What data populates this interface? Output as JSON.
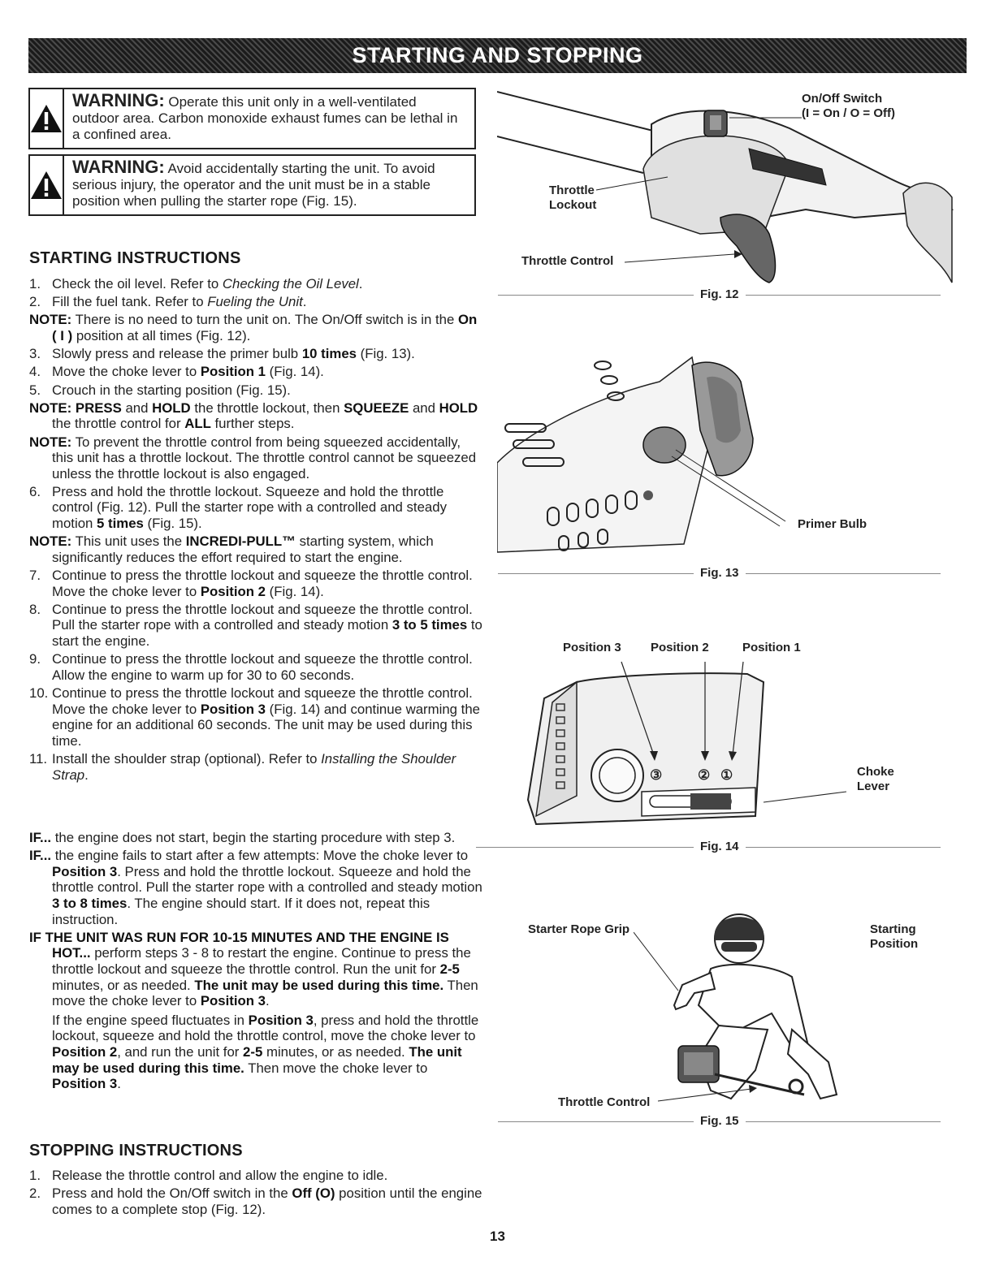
{
  "header": {
    "title": "STARTING AND STOPPING"
  },
  "warnings": [
    {
      "label": "WARNING:",
      "text": " Operate this unit only in a well-ventilated outdoor area. Carbon monoxide exhaust fumes can be lethal in a confined area."
    },
    {
      "label": "WARNING:",
      "text": " Avoid accidentally starting the unit. To avoid serious injury, the operator and the unit must be in a stable position when pulling the starter rope (Fig. 15)."
    }
  ],
  "starting": {
    "heading": "STARTING INSTRUCTIONS",
    "s1_num": "1.",
    "s1_a": "Check the oil level. Refer to ",
    "s1_ref": "Checking the Oil Level",
    "s2_num": "2.",
    "s2_a": "Fill the fuel tank. Refer to ",
    "s2_ref": "Fueling the Unit",
    "n1_label": "NOTE:",
    "n1_a": " There is no need to turn the unit on. The On/Off switch is in the ",
    "n1_b": "On ( I )",
    "n1_c": " position at all times (Fig. 12).",
    "s3_num": "3.",
    "s3_a": "Slowly press and release the primer bulb ",
    "s3_b": "10 times",
    "s3_c": " (Fig. 13).",
    "s4_num": "4.",
    "s4_a": "Move the choke lever to ",
    "s4_b": "Position 1",
    "s4_c": " (Fig. 14).",
    "s5_num": "5.",
    "s5_a": "Crouch in the starting position (Fig. 15).",
    "n2_label": "NOTE:",
    "n2_b1": " PRESS",
    "n2_a": " and ",
    "n2_b2": "HOLD",
    "n2_c": " the throttle lockout, then ",
    "n2_b3": "SQUEEZE",
    "n2_d": " and ",
    "n2_b4": "HOLD",
    "n2_e": " the throttle control for ",
    "n2_b5": "ALL",
    "n2_f": " further steps.",
    "n3_label": "NOTE:",
    "n3_a": " To prevent the throttle control from being squeezed accidentally, this unit has a throttle lockout. The throttle control cannot be squeezed unless the throttle lockout is also engaged.",
    "s6_num": "6.",
    "s6_a": "Press and hold the throttle lockout. Squeeze and hold the throttle control (Fig. 12). Pull the starter rope with a controlled and steady motion ",
    "s6_b": "5 times",
    "s6_c": " (Fig. 15).",
    "n4_label": "NOTE:",
    "n4_a": " This unit uses the ",
    "n4_b": "INCREDI-PULL™",
    "n4_c": " starting system, which significantly reduces the effort required to start the engine.",
    "s7_num": "7.",
    "s7_a": "Continue to press the throttle lockout and squeeze the throttle control. Move the choke lever to ",
    "s7_b": "Position 2",
    "s7_c": " (Fig. 14).",
    "s8_num": "8.",
    "s8_a": "Continue to press the throttle lockout and squeeze the throttle control. Pull the starter rope with a controlled and steady motion ",
    "s8_b": "3 to 5 times",
    "s8_c": " to start the engine.",
    "s9_num": "9.",
    "s9_a": "Continue to press the throttle lockout and squeeze the throttle control. Allow the engine to warm up for 30 to 60 seconds.",
    "s10_num": "10.",
    "s10_a": "Continue to press the throttle lockout and squeeze the throttle control. Move the choke lever to ",
    "s10_b": "Position 3",
    "s10_c": " (Fig. 14) and continue warming the engine for an additional 60 seconds. The unit may be used during this time.",
    "s11_num": "11.",
    "s11_a": "Install the shoulder strap (optional). Refer to ",
    "s11_ref": "Installing the Shoulder Strap",
    "dot": ".",
    "if1_label": "IF...",
    "if1_a": " the engine does not start, begin the starting procedure with step 3.",
    "if2_label": "IF...",
    "if2_a": " the engine fails to start after a few attempts: Move the choke lever to ",
    "if2_b": "Position 3",
    "if2_c": ". Press and hold the throttle lockout. Squeeze and hold the throttle control. Pull the starter rope with a controlled and steady motion ",
    "if2_d": "3 to 8 times",
    "if2_e": ". The engine should start. If it does not, repeat this instruction.",
    "hot_label": "IF THE UNIT WAS RUN FOR 10-15 MINUTES AND THE ENGINE IS HOT...",
    "hot_a": " perform steps 3 - 8 to restart the engine. Continue to press the throttle lockout and squeeze the throttle control. Run the unit for ",
    "hot_b": "2-5",
    "hot_c": " minutes, or as needed. ",
    "hot_d": "The unit may be used during this time.",
    "hot_e": " Then move the choke lever to ",
    "hot_f": "Position 3",
    "hot_g": ".",
    "fl_a": "If the engine speed fluctuates in ",
    "fl_b": "Position 3",
    "fl_c": ", press and hold the throttle lockout, squeeze and hold the throttle control, move the choke lever to ",
    "fl_d": "Position 2",
    "fl_e": ", and run the unit for ",
    "fl_f": "2-5",
    "fl_g": " minutes, or as needed. ",
    "fl_h": "The unit may be used during this time.",
    "fl_i": " Then move the choke lever to ",
    "fl_j": "Position 3",
    "fl_k": "."
  },
  "stopping": {
    "heading": "STOPPING INSTRUCTIONS",
    "t1_num": "1.",
    "t1_a": "Release the throttle control and allow the engine to idle.",
    "t2_num": "2.",
    "t2_a": "Press and hold the On/Off switch in the ",
    "t2_b": "Off (O)",
    "t2_c": " position until the engine comes to a complete stop (Fig. 12)."
  },
  "figures": {
    "fig12": {
      "caption": "Fig. 12",
      "switch_l1": "On/Off Switch",
      "switch_l2": "(I = On / O = Off)",
      "lockout_l1": "Throttle",
      "lockout_l2": "Lockout",
      "control": "Throttle Control"
    },
    "fig13": {
      "caption": "Fig. 13",
      "primer": "Primer Bulb"
    },
    "fig14": {
      "caption": "Fig. 14",
      "pos3": "Position 3",
      "pos2": "Position 2",
      "pos1": "Position 1",
      "choke_l1": "Choke",
      "choke_l2": "Lever",
      "mark3": "③",
      "mark2": "②",
      "mark1": "①"
    },
    "fig15": {
      "caption": "Fig. 15",
      "grip": "Starter Rope Grip",
      "start_l1": "Starting",
      "start_l2": "Position",
      "control": "Throttle Control"
    }
  },
  "page_number": "13"
}
